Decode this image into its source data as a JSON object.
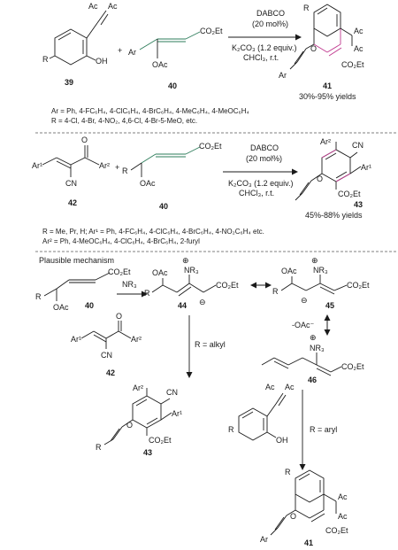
{
  "scheme1": {
    "reagent_top": "DABCO",
    "reagent_mol": "(20 mol%)",
    "conditions_1": "K₂CO₃ (1.2 equiv.)",
    "conditions_2": "CHCl₃, r.t.",
    "compound_a": "39",
    "compound_b": "40",
    "product": "41",
    "yield": "30%-95% yields",
    "plus": "+",
    "ar_line": "Ar = Ph, 4-FC₆H₄, 4-ClC₆H₄, 4-BrC₆H₄, 4-MeC₆H₄, 4-MeOC₆H₄",
    "r_line": "R = 4-Cl, 4-Br, 4-NO₂, 4,6-Cl, 4-Br-5-MeO, etc."
  },
  "scheme2": {
    "reagent_top": "DABCO",
    "reagent_mol": "(20 mol%)",
    "conditions_1": "K₂CO₃ (1.2 equiv.)",
    "conditions_2": "CHCl₃, r.t.",
    "compound_a": "42",
    "compound_b": "40",
    "product": "43",
    "yield": "45%-88% yields",
    "plus": "+",
    "r_line": "R = Me, Pr, H; Ar¹ = Ph, 4-FC₆H₄, 4-ClC₆H₄, 4-BrC₆H₄, 4-NO₂C₆H₄ etc.",
    "ar2_line": "Ar² = Ph, 4-MeOC₆H₄, 4-ClC₆H₄, 4-BrC₆H₄, 2-furyl"
  },
  "mechanism": {
    "title": "Plausible mechanism",
    "nr3": "NR₃",
    "r_alkyl": "R = alkyl",
    "r_aryl": "R = aryl",
    "oac_loss": "-OAc⁻",
    "c40": "40",
    "c44": "44",
    "c45": "45",
    "c46": "46",
    "c42": "42",
    "c43": "43",
    "c41": "41"
  },
  "atoms": {
    "ac": "Ac",
    "oh": "OH",
    "r": "R",
    "ar": "Ar",
    "ar1": "Ar¹",
    "ar2": "Ar²",
    "oac": "OAc",
    "co2et": "CO₂Et",
    "o": "O",
    "cn": "CN",
    "nr3": "NR₃",
    "plus_charge": "⊕",
    "minus_charge": "⊖"
  },
  "colors": {
    "ink": "#1a1a1a",
    "green": "#2e7d5b",
    "magenta": "#c0398f",
    "red": "#c0392b"
  }
}
